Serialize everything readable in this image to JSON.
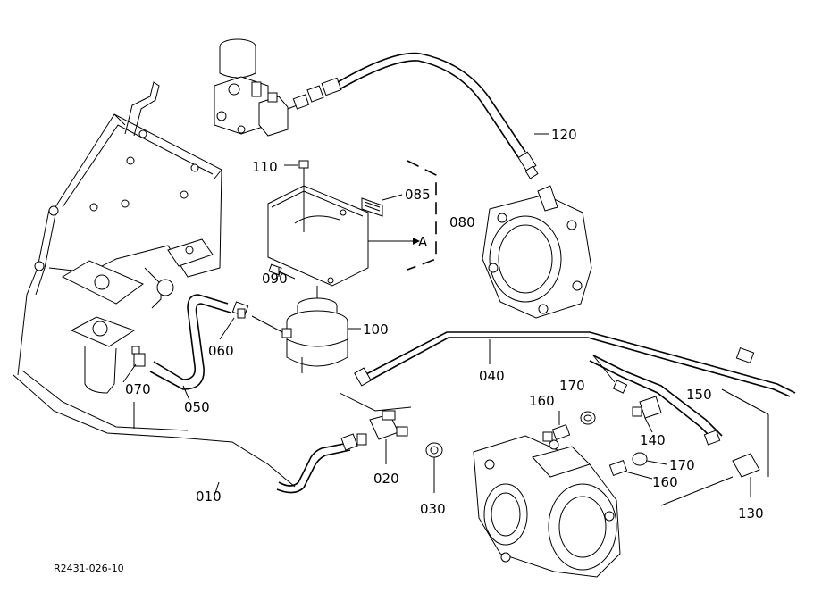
{
  "diagram": {
    "part_labels": {
      "p010": "010",
      "p020": "020",
      "p030": "030",
      "p040": "040",
      "p050": "050",
      "p060": "060",
      "p070": "070",
      "p080": "080",
      "p085": "085",
      "p090": "090",
      "p100": "100",
      "p110": "110",
      "p120": "120",
      "p130": "130",
      "p140": "140",
      "p150": "150",
      "p160a": "160",
      "p160b": "160",
      "p170a": "170",
      "p170b": "170",
      "ref_a": "A"
    },
    "caption": "R2431-026-10"
  }
}
